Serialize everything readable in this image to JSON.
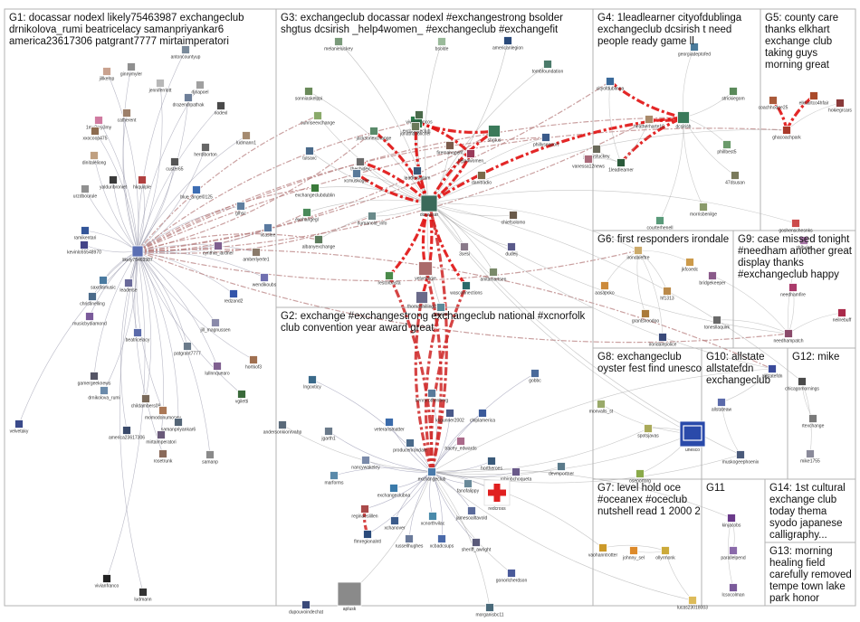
{
  "groups": [
    {
      "id": "G1",
      "lines": [
        "G1: docassar nodexl likely75463987 exchangeclub",
        "drnikolova_rumi beatricelacy samanpriyankar6",
        "america23617306 patgrant7777 mirtaimperatori"
      ]
    },
    {
      "id": "G2",
      "lines": [
        "G2: exchange #exchangestrong exchangeclub national #xcnorfolk",
        "club convention year award great"
      ]
    },
    {
      "id": "G3",
      "lines": [
        "G3: exchangeclub docassar nodexl #exchangestrong bsolder",
        "shgtus dcsirish _help4women_ #exchangeclub #exchangefit"
      ]
    },
    {
      "id": "G4",
      "lines": [
        "G4: 1leadlearner cityofdublinga",
        "exchangeclub dcsirish t need",
        "people ready game ll"
      ]
    },
    {
      "id": "G5",
      "lines": [
        "G5: county care",
        "thanks elkhart",
        "exchange club",
        "taking guys",
        "morning great"
      ]
    },
    {
      "id": "G6",
      "lines": [
        "G6: first responders irondale"
      ]
    },
    {
      "id": "G7",
      "lines": [
        "G7: level hold oce",
        "#oceanex #oceclub",
        "nutshell read 1 2000 2"
      ]
    },
    {
      "id": "G8",
      "lines": [
        "G8: exchangeclub",
        "oyster fest find unesco"
      ]
    },
    {
      "id": "G9",
      "lines": [
        "G9: case missed tonight",
        "#needham another great",
        "display thanks",
        "#exchangeclub happy"
      ]
    },
    {
      "id": "G10",
      "lines": [
        "G10: allstate",
        "allstatefdn",
        "exchangeclub"
      ]
    },
    {
      "id": "G11",
      "lines": [
        "G11"
      ]
    },
    {
      "id": "G12",
      "lines": [
        "G12: mike"
      ]
    },
    {
      "id": "G13",
      "lines": [
        "G13: morning",
        "healing field",
        "carefully removed",
        "tempe town lake",
        "park honor"
      ]
    },
    {
      "id": "G14",
      "lines": [
        "G14: 1st cultural",
        "exchange club",
        "today thema",
        "syodo japanese",
        "calligraphy..."
      ]
    }
  ],
  "nodes": [
    {
      "id": "likely75463987",
      "label": "likely75463987",
      "color": "#5b6fb3"
    },
    {
      "id": "antoncountyup",
      "label": "antoncountyup",
      "color": "#7a8a9a"
    },
    {
      "id": "jillkemp",
      "label": "jillkemp",
      "color": "#c9a28f"
    },
    {
      "id": "ginnymyler",
      "label": "ginnymyler",
      "color": "#8f8f8f"
    },
    {
      "id": "jenniferrlott",
      "label": "jenniferrlott",
      "color": "#b8b8b8"
    },
    {
      "id": "djnapoel",
      "label": "djnapoel",
      "color": "#a0a0a0"
    },
    {
      "id": "drazendrpathak",
      "label": "drazendrpathak",
      "color": "#6e7f99"
    },
    {
      "id": "catherent",
      "label": "catherent",
      "color": "#9c7f6a"
    },
    {
      "id": "1my2my3my",
      "label": "1my2my3my",
      "color": "#d07aa0"
    },
    {
      "id": "nodexl",
      "label": "nodexl",
      "color": "#4a4a4a"
    },
    {
      "id": "xxocoop475",
      "label": "xxocoop475",
      "color": "#8d6b4f"
    },
    {
      "id": "ludmann1",
      "label": "ludmann1",
      "color": "#a58b70"
    },
    {
      "id": "herdiborton",
      "label": "herdiborton",
      "color": "#666666"
    },
    {
      "id": "dinitaleliong",
      "label": "dinitaleliong",
      "color": "#c0a080"
    },
    {
      "id": "custer65",
      "label": "custer65",
      "color": "#555555"
    },
    {
      "id": "yalduribroniet",
      "label": "yalduribroniet",
      "color": "#3a3a3a"
    },
    {
      "id": "hkquilple",
      "label": "hkquilple",
      "color": "#b04040"
    },
    {
      "id": "urzdbourule",
      "label": "urzdbourule",
      "color": "#909090"
    },
    {
      "id": "blue_angel0125",
      "label": "blue_angel0125",
      "color": "#3d6db3"
    },
    {
      "id": "glhsc",
      "label": "glhsc",
      "color": "#6080a0"
    },
    {
      "id": "ramikentari",
      "label": "ramikentari",
      "color": "#335599"
    },
    {
      "id": "kevinlo55548970",
      "label": "kevinlo55548970",
      "color": "#444488"
    },
    {
      "id": "cynthia_lardner",
      "label": "cynthia_lardner",
      "color": "#7f5f8f"
    },
    {
      "id": "amberlyerte1",
      "label": "amberlyerte1",
      "color": "#8a7a6a"
    },
    {
      "id": "iicaslee",
      "label": "iicaslee",
      "color": "#5a7aa0"
    },
    {
      "id": "wendikoubs",
      "label": "wendikoubs",
      "color": "#7070b0"
    },
    {
      "id": "saxofamusic",
      "label": "saxofamusic",
      "color": "#4a7aa0"
    },
    {
      "id": "leaderse",
      "label": "leaderse",
      "color": "#6a6a9a"
    },
    {
      "id": "christinelling",
      "label": "christinelling",
      "color": "#4a6a8a"
    },
    {
      "id": "redzand2",
      "label": "redzand2",
      "color": "#3355aa"
    },
    {
      "id": "musicbydiamond",
      "label": "musicbydiamond",
      "color": "#7a5a9a"
    },
    {
      "id": "jill_magnussen",
      "label": "jill_magnussen",
      "color": "#8a8aaa"
    },
    {
      "id": "beatricelacy",
      "label": "beatricelacy",
      "color": "#5a6aaa"
    },
    {
      "id": "patgrant7777",
      "label": "patgrant7777",
      "color": "#6a7a8a"
    },
    {
      "id": "hortkof3",
      "label": "hortkof3",
      "color": "#a07050"
    },
    {
      "id": "lullnnquearo",
      "label": "lullnnquearo",
      "color": "#806090"
    },
    {
      "id": "gamergeeknews",
      "label": "gamergeeknews",
      "color": "#555566"
    },
    {
      "id": "drnikolova_rumi",
      "label": "drnikolova_rumi",
      "color": "#6a8aaa"
    },
    {
      "id": "vgiletti",
      "label": "vgiletti",
      "color": "#3a6a3a"
    },
    {
      "id": "childambers09",
      "label": "childambers09",
      "color": "#7a6a5a"
    },
    {
      "id": "momodonumoney",
      "label": "momodonumoney",
      "color": "#aa7755"
    },
    {
      "id": "samanpriyankar6",
      "label": "samanpriyankar6",
      "color": "#556677"
    },
    {
      "id": "america23617306",
      "label": "america23617306",
      "color": "#3a4a6a"
    },
    {
      "id": "mirtaimperatori",
      "label": "mirtaimperatori",
      "color": "#6a5a7a"
    },
    {
      "id": "rosetrunk",
      "label": "rosetrunk",
      "color": "#8a6a5a"
    },
    {
      "id": "samanp",
      "label": "samanp",
      "color": "#8a8a8a"
    },
    {
      "id": "velvetaky",
      "label": "velvetaky",
      "color": "#3a4a8a"
    },
    {
      "id": "vivianfranco",
      "label": "vivianfranco",
      "color": "#222222"
    },
    {
      "id": "ludmann",
      "label": "ludmann",
      "color": "#333333"
    },
    {
      "id": "docassar",
      "label": "docassar",
      "color": "#3a6a5a"
    },
    {
      "id": "exchangeclub_g3",
      "label": "exchangeclub",
      "color": "#2a7a4a"
    },
    {
      "id": "melanieluckey",
      "label": "melanieluckey",
      "color": "#7a9a7a"
    },
    {
      "id": "bsolde",
      "label": "bsolde",
      "color": "#9aba9a"
    },
    {
      "id": "americanlegion",
      "label": "americanlegion",
      "color": "#2a4a7a"
    },
    {
      "id": "tombfoundation",
      "label": "tombfoundation",
      "color": "#4a7a6a"
    },
    {
      "id": "sonniaskelppi",
      "label": "sonniaskelppi",
      "color": "#6a8a5a"
    },
    {
      "id": "sunriseexchange",
      "label": "sunriseexchange",
      "color": "#8aaa6a"
    },
    {
      "id": "jacksonexchange",
      "label": "jacksonexchange",
      "color": "#5a8a6a"
    },
    {
      "id": "vivianfrancos",
      "label": "vivianfrancos",
      "color": "#4a6a4a"
    },
    {
      "id": "jonathanolicher",
      "label": "jonathanolicher",
      "color": "#6a7a5a"
    },
    {
      "id": "shgtus",
      "label": "shgtus",
      "color": "#3a7a5a"
    },
    {
      "id": "firemanagent",
      "label": "firemanagent",
      "color": "#7a5a4a"
    },
    {
      "id": "help4women",
      "label": "_help4women_",
      "color": "#9a3a5a"
    },
    {
      "id": "tulsaxc",
      "label": "tulsaxc",
      "color": "#4a6a8a"
    },
    {
      "id": "thesbidex",
      "label": "thesbidex",
      "color": "#6a6a6a"
    },
    {
      "id": "xcmuskogee",
      "label": "xcmuskogee",
      "color": "#5a7a9a"
    },
    {
      "id": "leadersadam",
      "label": "leadersadam",
      "color": "#3a5a7a"
    },
    {
      "id": "exchangedublin",
      "label": "exchangeclubdublin",
      "color": "#3a7a3a"
    },
    {
      "id": "exchangegl",
      "label": "exchangegl",
      "color": "#4a8a5a"
    },
    {
      "id": "humanold_info",
      "label": "humanold_info",
      "color": "#6a8a8a"
    },
    {
      "id": "albanyexchange",
      "label": "albanyexchange",
      "color": "#5a7a5a"
    },
    {
      "id": "danitradio",
      "label": "danitradio",
      "color": "#7a6a4a"
    },
    {
      "id": "phillyseaport",
      "label": "phillyseaport",
      "color": "#3a5a8a"
    },
    {
      "id": "chiefsolomo",
      "label": "chiefsolomo",
      "color": "#6a5a4a"
    },
    {
      "id": "3sesi",
      "label": "3sesi",
      "color": "#8a7a8a"
    },
    {
      "id": "dudeij",
      "label": "dudeij",
      "color": "#5a5a8a"
    },
    {
      "id": "restorbasta",
      "label": "restorbasta",
      "color": "#4a8a4a"
    },
    {
      "id": "velvetakye",
      "label": "velvetakye",
      "color": "#aa6a6a"
    },
    {
      "id": "anitamartsen",
      "label": "anitamartsen",
      "color": "#7a8a6a"
    },
    {
      "id": "thomashilling2",
      "label": "thomashilling2",
      "color": "#6a6a8a"
    },
    {
      "id": "wasconnections",
      "label": "wasconnections",
      "color": "#2a6a6a"
    },
    {
      "id": "1stwise",
      "label": "1stwise",
      "color": "#5a8a9a"
    },
    {
      "id": "cityofdublinga",
      "label": "cityofdublinga",
      "color": "#3a6a9a"
    },
    {
      "id": "1leadlearner",
      "label": "1leadlearner",
      "color": "#2a5a3a"
    },
    {
      "id": "heatherharte10",
      "label": "heatherharte10",
      "color": "#aa8a6a"
    },
    {
      "id": "dcsirish",
      "label": "dcsirish",
      "color": "#3a7a5a"
    },
    {
      "id": "janoystuckey",
      "label": "janoystuckey",
      "color": "#6a6a5a"
    },
    {
      "id": "vanessa12news",
      "label": "vanessa12news",
      "color": "#aa6a7a"
    },
    {
      "id": "georgiadeptofed",
      "label": "georgiadeptofed",
      "color": "#4a7a9a"
    },
    {
      "id": "strickiegom",
      "label": "strickiegom",
      "color": "#5a8a5a"
    },
    {
      "id": "phillbest5",
      "label": "phillbest5",
      "color": "#6a9a6a"
    },
    {
      "id": "47dsusan",
      "label": "47dsusan",
      "color": "#7a7a5a"
    },
    {
      "id": "courterhenell",
      "label": "courterhenell",
      "color": "#5a9a7a"
    },
    {
      "id": "morrisbenilge",
      "label": "morrisbenilge",
      "color": "#8a9a6a"
    },
    {
      "id": "elkhartco4hfair",
      "label": "elkhartco4hfair",
      "color": "#aa4a2a"
    },
    {
      "id": "hokiegrcars",
      "label": "hokiegrcars",
      "color": "#8a3a3a"
    },
    {
      "id": "coachhodge25",
      "label": "coachhodge25",
      "color": "#aa5a3a"
    },
    {
      "id": "ghacoachpark",
      "label": "ghacoachpark",
      "color": "#aa3a2a"
    },
    {
      "id": "goshenschesnks",
      "label": "goshenschesnks",
      "color": "#cc4a4a"
    },
    {
      "id": "irondaleftre",
      "label": "irondaleftre",
      "color": "#ccaa6a"
    },
    {
      "id": "jkfcoedc",
      "label": "jkfcoedc",
      "color": "#cc9a4a"
    },
    {
      "id": "aasapcko",
      "label": "aasapcko",
      "color": "#cc8a3a"
    },
    {
      "id": "hf1313",
      "label": "hf1313",
      "color": "#bb8a4a"
    },
    {
      "id": "grantsvoodoo",
      "label": "grantsvoodoo",
      "color": "#aa7a3a"
    },
    {
      "id": "irondalepolice",
      "label": "irondalepolice",
      "color": "#3a4a7a"
    },
    {
      "id": "bridgekeeper",
      "label": "bridgekeeper",
      "color": "#8a5a8a"
    },
    {
      "id": "needhamfire",
      "label": "needhamfire",
      "color": "#aa3a6a"
    },
    {
      "id": "neilrebuff",
      "label": "neilrebuff",
      "color": "#aa2a4a"
    },
    {
      "id": "needhampatch",
      "label": "needhampatch",
      "color": "#8a4a6a"
    },
    {
      "id": "zhibxinr",
      "label": "zhibxinr",
      "color": "#aa7aaa"
    },
    {
      "id": "tonesllaquirk",
      "label": "tonesllaquirk",
      "color": "#6a6a6a"
    },
    {
      "id": "allstatefdn",
      "label": "allstatefdn",
      "color": "#3a4a9a"
    },
    {
      "id": "allstateaw",
      "label": "allstateaw",
      "color": "#5a6aaa"
    },
    {
      "id": "muskogeeph",
      "label": "muskogeephoenix",
      "color": "#4a5a7a"
    },
    {
      "id": "chicagomornings",
      "label": "chicagomornings",
      "color": "#4a4a4a"
    },
    {
      "id": "rtexchange",
      "label": "rtexchange",
      "color": "#7a7a7a"
    },
    {
      "id": "mike1755",
      "label": "mike1755",
      "color": "#8a8a9a"
    },
    {
      "id": "monvalls_st",
      "label": "monvalls_st",
      "color": "#9aaa6a"
    },
    {
      "id": "spotsjavas",
      "label": "spotsjavas",
      "color": "#aaaa5a"
    },
    {
      "id": "unesco",
      "label": "unesco",
      "color": "#2a4aaa"
    },
    {
      "id": "oseportorg",
      "label": "oseportorg",
      "color": "#8aaa4a"
    },
    {
      "id": "vaohanntrotter",
      "label": "vaohanntrotter",
      "color": "#cc9a2a"
    },
    {
      "id": "johnny_sel",
      "label": "johnny_sel",
      "color": "#dd8a2a"
    },
    {
      "id": "ollyrmonk",
      "label": "ollyrmonk",
      "color": "#ccaa3a"
    },
    {
      "id": "lucas23018003",
      "label": "lucas23018003",
      "color": "#ddbb5a"
    },
    {
      "id": "kinjacobs",
      "label": "kinjacobs",
      "color": "#6a3a8a"
    },
    {
      "id": "parallelpend",
      "label": "parallelpend",
      "color": "#8a6aaa"
    },
    {
      "id": "lcsocolman",
      "label": "lcsocolman",
      "color": "#7a5a9a"
    },
    {
      "id": "exchangeclub_g2",
      "label": "exchangeclub",
      "color": "#4a7aaa"
    },
    {
      "id": "henryrothenberg",
      "label": "henryrothenberg",
      "color": "#5a7a9a"
    },
    {
      "id": "veteransmatter",
      "label": "veteransmatter",
      "color": "#3a6aaa"
    },
    {
      "id": "kkgunner2002",
      "label": "kkgunner2002",
      "color": "#4a5a8a"
    },
    {
      "id": "chiplamerica",
      "label": "chiplamerica",
      "color": "#3a5a9a"
    },
    {
      "id": "gobbc",
      "label": "gobbc",
      "color": "#4a6a9a"
    },
    {
      "id": "lngoxticy",
      "label": "lngoxticy",
      "color": "#3a6a8a"
    },
    {
      "id": "andersonkionrvahp",
      "label": "andersonkionrvahp",
      "color": "#5a6a7a"
    },
    {
      "id": "jgarth1",
      "label": "jgarth1",
      "color": "#6a7a8a"
    },
    {
      "id": "productironoda",
      "label": "producerirondale",
      "color": "#4a6a8a"
    },
    {
      "id": "tracey_edwards",
      "label": "tracey_edwards",
      "color": "#aa6a8a"
    },
    {
      "id": "hortheroes",
      "label": "hortheroes",
      "color": "#3a5a7a"
    },
    {
      "id": "robinbchoqueta",
      "label": "robinbchoqueta",
      "color": "#6a5a8a"
    },
    {
      "id": "devmportner",
      "label": "devmportner",
      "color": "#5a7a8a"
    },
    {
      "id": "nancywakelev",
      "label": "nancywakeley",
      "color": "#7a8aaa"
    },
    {
      "id": "marforms",
      "label": "marforms",
      "color": "#5a8aaa"
    },
    {
      "id": "exchangeclubna",
      "label": "exchangeclubna",
      "color": "#3a7aaa"
    },
    {
      "id": "fanofalippy",
      "label": "fanofalippy",
      "color": "#6a8a9a"
    },
    {
      "id": "redcross",
      "label": "redcross",
      "color": "#cc2222"
    },
    {
      "id": "reginaeslillen",
      "label": "reginaeslillen",
      "color": "#aa4a4a"
    },
    {
      "id": "xcnorthvilac",
      "label": "xcnorthvilac",
      "color": "#4a8aaa"
    },
    {
      "id": "jamesoalltavold",
      "label": "jamesoalltavold",
      "color": "#5a6a9a"
    },
    {
      "id": "xchanover",
      "label": "xchanover",
      "color": "#3a5a8a"
    },
    {
      "id": "flmregionalntl",
      "label": "flmregionalntl",
      "color": "#2a4a7a"
    },
    {
      "id": "russellhughes",
      "label": "russellhughes",
      "color": "#6a7a9a"
    },
    {
      "id": "xcbadcsups",
      "label": "xcbadcsups",
      "color": "#4a6aaa"
    },
    {
      "id": "sheriff_awright",
      "label": "sheriff_awright",
      "color": "#5a5a7a"
    },
    {
      "id": "gonorlcherdson",
      "label": "gonorlcherdson",
      "color": "#4a5a9a"
    },
    {
      "id": "dupouvoindechat",
      "label": "dupouvoindechat",
      "color": "#3a4a7a"
    },
    {
      "id": "aplusk",
      "label": "aplusk",
      "color": "#8a8a8a"
    },
    {
      "id": "morganisbc11",
      "label": "morganisbc11",
      "color": "#4a6a7a"
    }
  ]
}
